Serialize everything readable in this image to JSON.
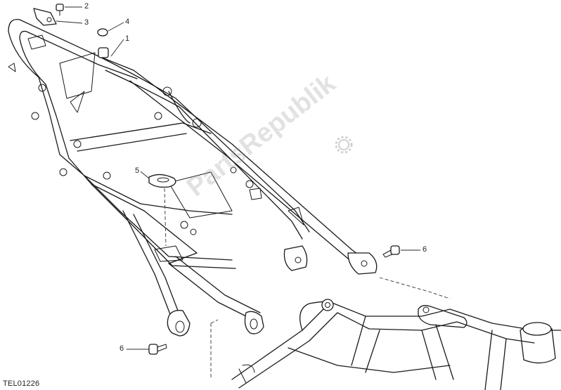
{
  "diagram": {
    "reference_code": "TEL01226",
    "watermark": "PartsRepublik",
    "callouts": [
      {
        "label": "1",
        "part": "rear-subframe"
      },
      {
        "label": "2",
        "part": "bolt"
      },
      {
        "label": "3",
        "part": "bracket"
      },
      {
        "label": "4",
        "part": "rubber-cap"
      },
      {
        "label": "5",
        "part": "grommet"
      },
      {
        "label": "6",
        "part": "screw"
      },
      {
        "label": "6",
        "part": "screw"
      }
    ]
  },
  "colors": {
    "line": "#1a1a1a",
    "background": "#ffffff",
    "watermark": "#969696"
  }
}
